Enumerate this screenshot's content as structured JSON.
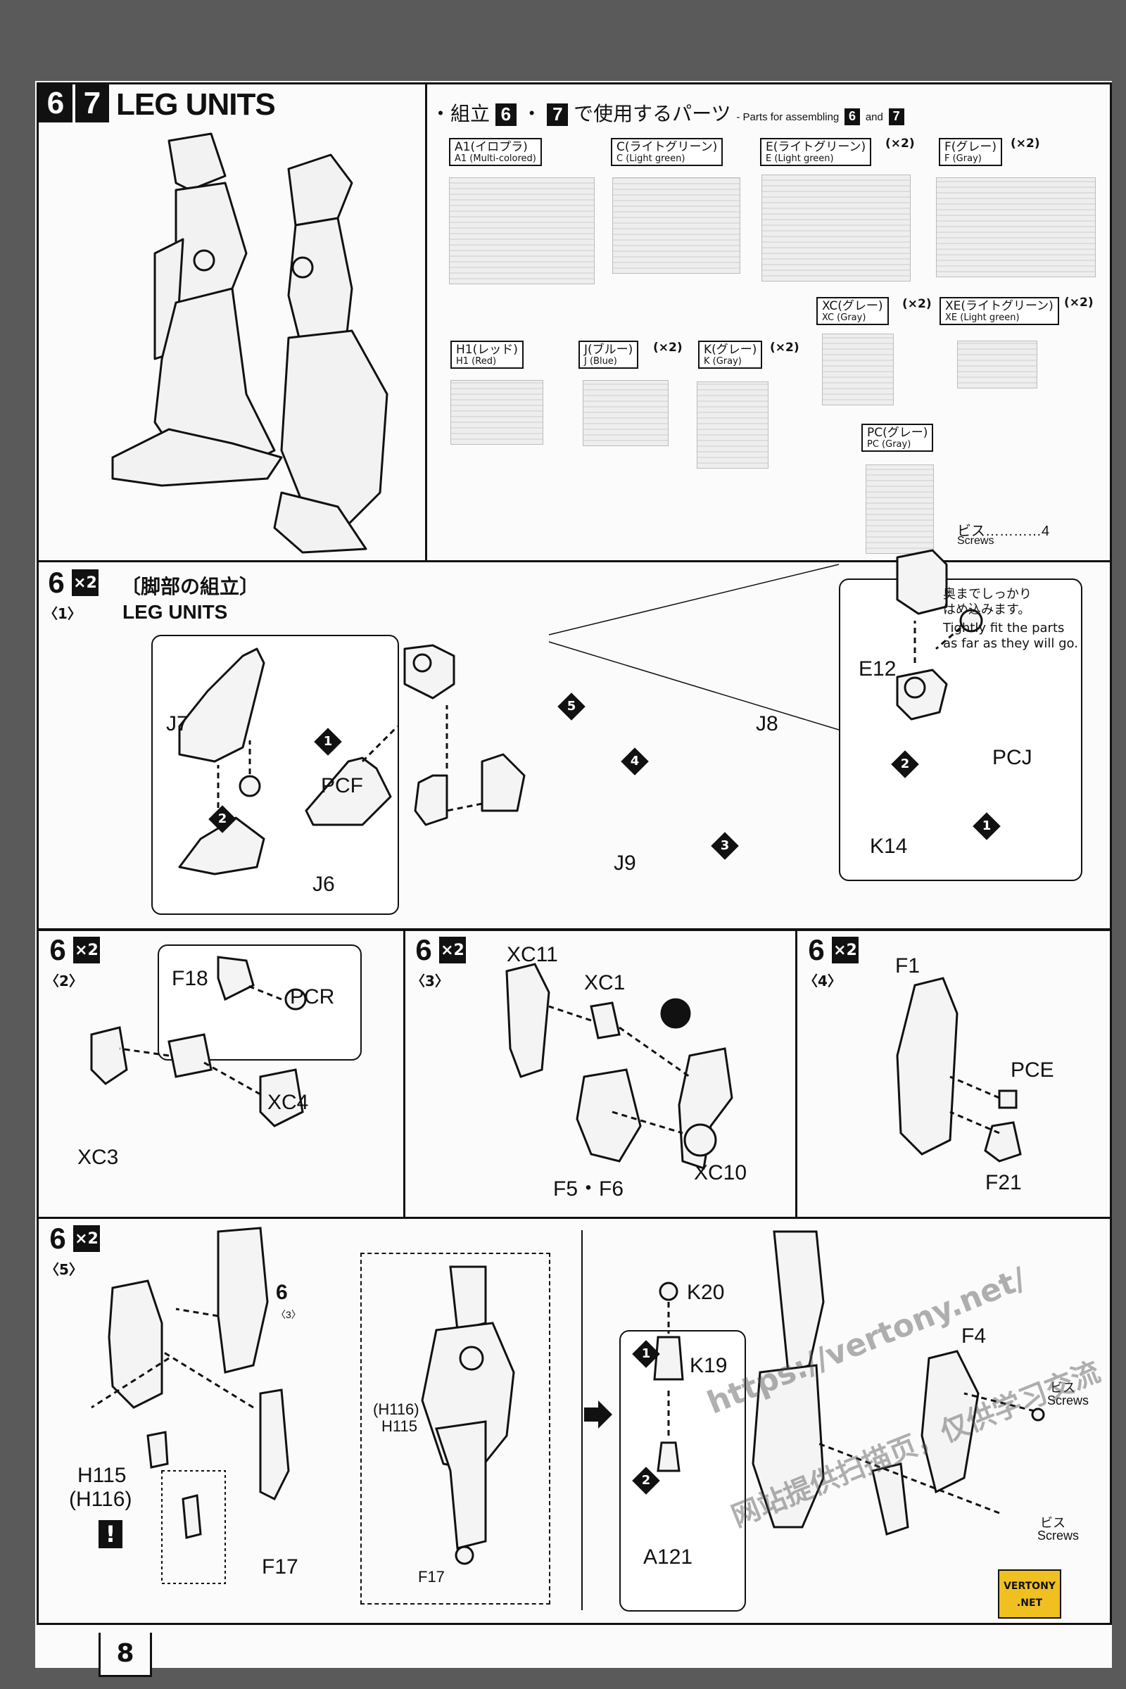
{
  "page_number": "8",
  "header": {
    "step_nums": [
      "6",
      "7"
    ],
    "title": "LEG UNITS",
    "parts_heading": "・組立",
    "parts_heading_nums": [
      "6",
      "7"
    ],
    "parts_heading_sep": "・",
    "parts_heading_jp": "で使用するパーツ",
    "parts_heading_en": "- Parts for assembling",
    "parts_heading_and": "and"
  },
  "runners": [
    {
      "code_jp": "A1(イロプラ)",
      "code_en": "A1 (Multi-colored)",
      "mult": ""
    },
    {
      "code_jp": "C(ライトグリーン)",
      "code_en": "C (Light green)",
      "mult": ""
    },
    {
      "code_jp": "E(ライトグリーン)",
      "code_en": "E (Light green)",
      "mult": "(×2)"
    },
    {
      "code_jp": "F(グレー)",
      "code_en": "F (Gray)",
      "mult": "(×2)"
    },
    {
      "code_jp": "XC(グレー)",
      "code_en": "XC (Gray)",
      "mult": "(×2)"
    },
    {
      "code_jp": "XE(ライトグリーン)",
      "code_en": "XE (Light green)",
      "mult": "(×2)"
    },
    {
      "code_jp": "H1(レッド)",
      "code_en": "H1 (Red)",
      "mult": ""
    },
    {
      "code_jp": "J(ブルー)",
      "code_en": "J (Blue)",
      "mult": "(×2)"
    },
    {
      "code_jp": "K(グレー)",
      "code_en": "K (Gray)",
      "mult": "(×2)"
    },
    {
      "code_jp": "PC(グレー)",
      "code_en": "PC (Gray)",
      "mult": ""
    }
  ],
  "screws": {
    "jp": "ビス…………4",
    "en": "Screws"
  },
  "step1": {
    "num": "6",
    "mult": "×2",
    "sub": "〈1〉",
    "title_jp": "〔脚部の組立〕",
    "title_en": "LEG UNITS",
    "labels": {
      "j7": "J7",
      "pcf": "PCF",
      "j6": "J6",
      "j8": "J8",
      "j9": "J9",
      "e12": "E12",
      "pcj": "PCJ",
      "k14": "K14"
    },
    "note_jp": "奥までしっかり\nはめ込みます。",
    "note_en": "Tightly fit the parts\nas far as they will go."
  },
  "step2": {
    "num": "6",
    "mult": "×2",
    "sub": "〈2〉",
    "labels": {
      "f18": "F18",
      "pcr": "PCR",
      "xc4": "XC4",
      "xc3": "XC3"
    }
  },
  "step3": {
    "num": "6",
    "mult": "×2",
    "sub": "〈3〉",
    "labels": {
      "xc11": "XC11",
      "xc1": "XC1",
      "f5f6": "F5・F6",
      "xc10": "XC10"
    }
  },
  "step4": {
    "num": "6",
    "mult": "×2",
    "sub": "〈4〉",
    "labels": {
      "f1": "F1",
      "pce": "PCE",
      "f21": "F21"
    }
  },
  "step5": {
    "num": "6",
    "mult": "×2",
    "sub": "〈5〉",
    "labels": {
      "ref6": "6",
      "ref6sub": "〈3〉",
      "h115": "H115",
      "h116": "(H116)",
      "f17": "F17",
      "h116b": "(H116)",
      "h115b": "H115",
      "f17b": "F17",
      "k20": "K20",
      "k19": "K19",
      "a121": "A121",
      "f4": "F4",
      "screws1_jp": "ビス",
      "screws1_en": "Screws",
      "screws2_jp": "ビス",
      "screws2_en": "Screws"
    },
    "warning": "!"
  },
  "watermark": {
    "url": "https://vertony.net/",
    "cn": "网站提供扫描页，仅供学习交流",
    "badge": "VERTONY .NET"
  }
}
